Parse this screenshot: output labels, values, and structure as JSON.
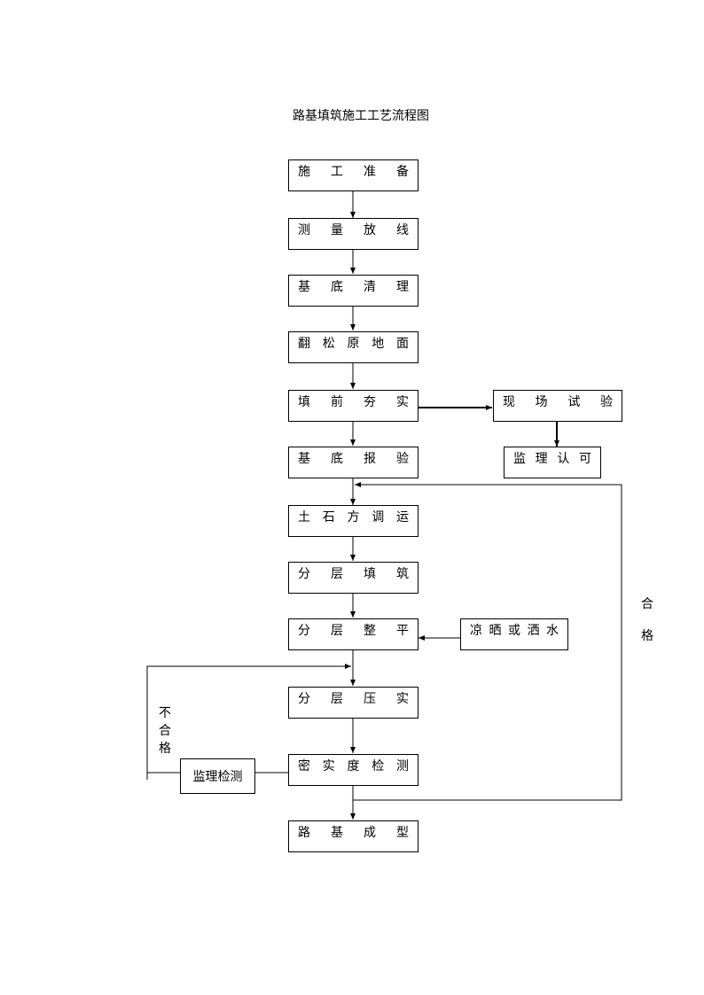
{
  "title": "路基填筑施工工艺流程图",
  "steps": {
    "s1": "施工准备",
    "s2": "测量放线",
    "s3": "基底清理",
    "s4": "翻松原地面",
    "s5": "填前夯实",
    "s6": "基底报验",
    "s7": "土石方调运",
    "s8": "分层填筑",
    "s9": "分层整平",
    "s10": "分层压实",
    "s11": "密实度检测",
    "s12": "路基成型"
  },
  "side": {
    "site_test": "现场试验",
    "supervisor_approve": "监理认可",
    "dry_or_wet": "凉晒或洒水",
    "supervisor_check": "监理检测"
  },
  "labels": {
    "pass": "合格",
    "fail": "不合格"
  }
}
